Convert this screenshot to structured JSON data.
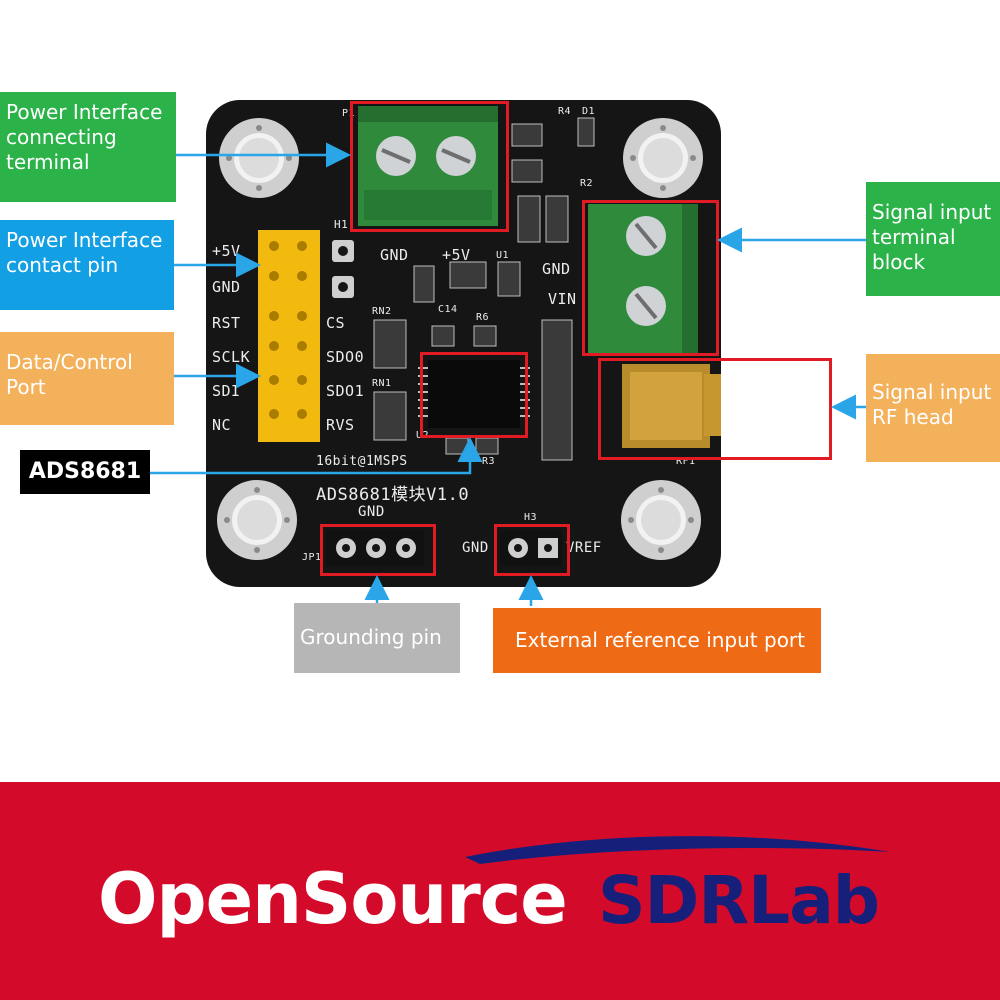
{
  "callouts": {
    "power_terminal": "Power Interface\nconnecting\nterminal",
    "power_pin": "Power Interface\n contact pin",
    "data_port": "Data/Control\nPort",
    "chip": "ADS8681",
    "signal_terminal": "Signal input\nterminal\nblock",
    "signal_rf": "Signal input\nRF head",
    "grounding": "Grounding pin",
    "vref": "External reference input port"
  },
  "board": {
    "title": "ADS8681模块V1.0",
    "spec": "16bit@1MSPS",
    "left_labels": [
      "+5V",
      "GND",
      "RST",
      "SCLK",
      "SDI",
      "NC"
    ],
    "right_labels": [
      "CS",
      "SDO0",
      "SDO1",
      "RVS"
    ],
    "top_gnd": "GND",
    "top_5v": "+5V",
    "term_gnd": "GND",
    "term_vin": "VIN",
    "bottom_gnd": "GND",
    "jp_gnd": "GND",
    "vref": "VREF",
    "refdes": {
      "p1": "P1",
      "h1": "H1",
      "u1": "U1",
      "u2": "U2",
      "r4": "R4",
      "d1": "D1",
      "r2": "R2",
      "rn1": "RN1",
      "rn2": "RN2",
      "r6": "R6",
      "r3": "R3",
      "jp1": "JP1",
      "h3": "H3",
      "rf1": "RF1",
      "c14": "C14"
    }
  },
  "brand": {
    "open": "OpenSource",
    "sdr": "SDRLab"
  },
  "colors": {
    "green": "#2bb34a",
    "blue": "#129fe4",
    "orange": "#f3b15b",
    "gray": "#b6b6b6",
    "deep_orange": "#ef6a14",
    "banner": "#d40a2a",
    "navy": "#16207a",
    "highlight": "#e01b24",
    "arrow": "#2aa6e8"
  }
}
